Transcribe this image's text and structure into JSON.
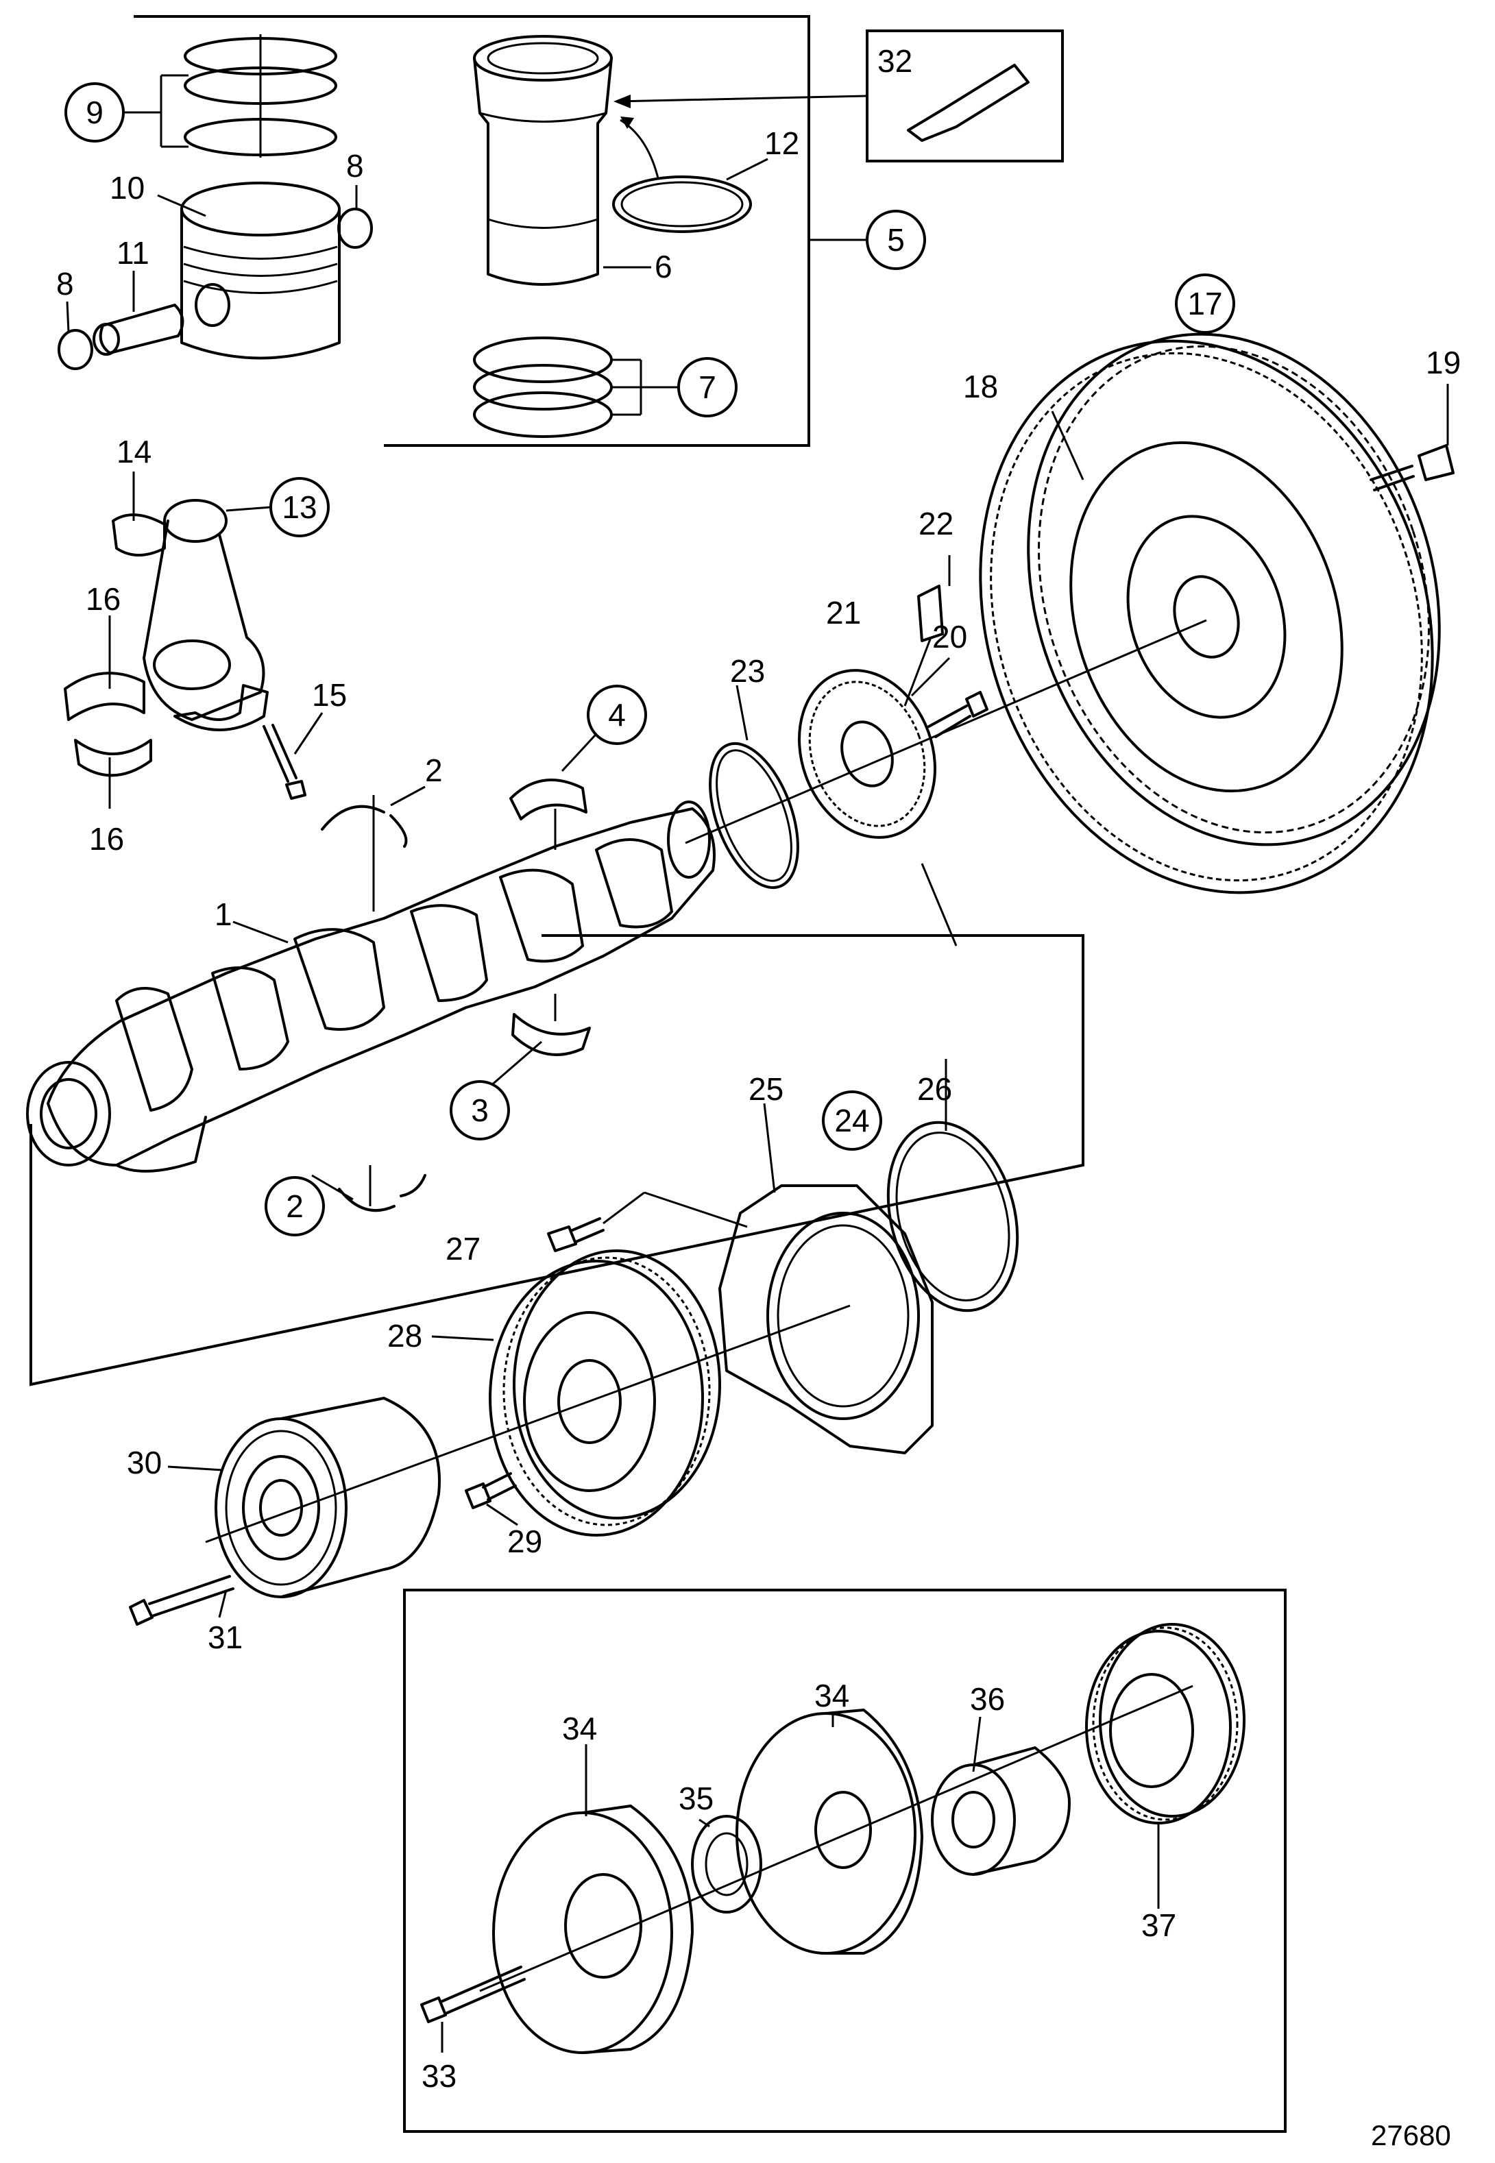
{
  "figure_number": "27680",
  "callouts": {
    "c1": "1",
    "c2a": "2",
    "c2b": "2",
    "c3": "3",
    "c4": "4",
    "c5": "5",
    "c6": "6",
    "c7": "7",
    "c8a": "8",
    "c8b": "8",
    "c9": "9",
    "c10": "10",
    "c11": "11",
    "c12": "12",
    "c13": "13",
    "c14": "14",
    "c15": "15",
    "c16a": "16",
    "c16b": "16",
    "c17": "17",
    "c18": "18",
    "c19": "19",
    "c20": "20",
    "c21": "21",
    "c22": "22",
    "c23": "23",
    "c24": "24",
    "c25": "25",
    "c26": "26",
    "c27": "27",
    "c28": "28",
    "c29": "29",
    "c30": "30",
    "c31": "31",
    "c32": "32",
    "c33": "33",
    "c34a": "34",
    "c34b": "34",
    "c35": "35",
    "c36": "36",
    "c37": "37"
  }
}
